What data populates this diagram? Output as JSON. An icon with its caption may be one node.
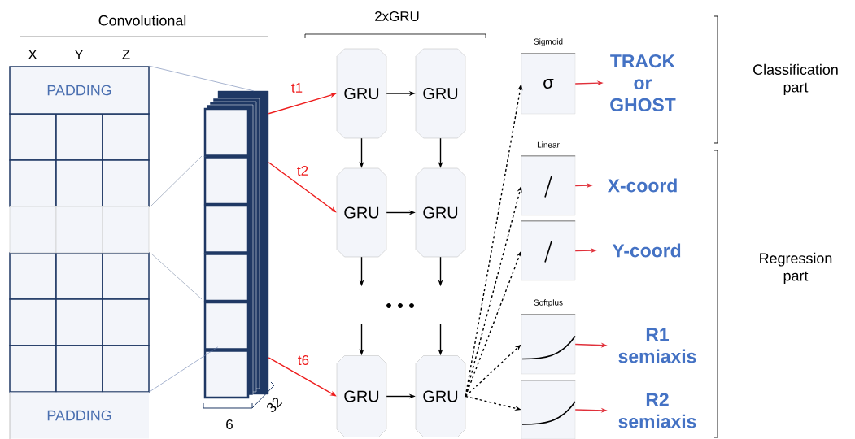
{
  "diagram": {
    "nodes": [
      {
        "text": [
          "PADDING"
        ]
      },
      {
        "text": [
          "PADDING"
        ]
      },
      {
        "text": [],
        "shape": "box"
      },
      {
        "text": [
          "GRU"
        ]
      },
      {
        "text": [
          "GRU"
        ]
      },
      {
        "text": [
          "GRU"
        ]
      },
      {
        "text": [
          "GRU"
        ]
      },
      {
        "text": [
          "GRU"
        ]
      },
      {
        "text": [
          "GRU"
        ]
      },
      {
        "text": [
          "Sigmoid",
          "σ"
        ]
      },
      {
        "text": [
          "Linear"
        ]
      },
      {
        "text": [],
        "shape": "box"
      },
      {
        "text": [
          "Softplus"
        ]
      },
      {
        "text": [],
        "shape": "box"
      },
      {
        "text": [
          "TRACK or GHOST"
        ]
      },
      {
        "text": [
          "X-coord"
        ]
      },
      {
        "text": [
          "Y-coord"
        ]
      },
      {
        "text": [
          "R1 semiaxis"
        ]
      },
      {
        "text": [
          "R2 semiaxis"
        ]
      }
    ],
    "edges": [
      {
        "from": 2,
        "to": 3,
        "arrow": "to",
        "label": "t1",
        "color": "#ee1c1c"
      },
      {
        "from": 2,
        "to": 5,
        "arrow": "to",
        "label": "t2",
        "color": "#ee1c1c"
      },
      {
        "from": 2,
        "to": 7,
        "arrow": "to",
        "label": "t6",
        "color": "#ee1c1c"
      },
      {
        "from": 3,
        "to": 4,
        "arrow": "to"
      },
      {
        "from": 5,
        "to": 6,
        "arrow": "to"
      },
      {
        "from": 7,
        "to": 8,
        "arrow": "to"
      },
      {
        "from": 3,
        "to": 5,
        "arrow": "to"
      },
      {
        "from": 4,
        "to": 6,
        "arrow": "to"
      },
      {
        "from": 5,
        "to": null,
        "arrow": "to"
      },
      {
        "from": 6,
        "to": null,
        "arrow": "to"
      },
      {
        "from": null,
        "to": 7,
        "arrow": "to"
      },
      {
        "from": null,
        "to": 8,
        "arrow": "to"
      },
      {
        "from": 8,
        "to": 9,
        "arrow": "to",
        "style": "dashed"
      },
      {
        "from": 8,
        "to": 10,
        "arrow": "to",
        "style": "dashed"
      },
      {
        "from": 8,
        "to": 11,
        "arrow": "to",
        "style": "dashed"
      },
      {
        "from": 8,
        "to": 12,
        "arrow": "to",
        "style": "dashed"
      },
      {
        "from": 8,
        "to": 13,
        "arrow": "to",
        "style": "dashed"
      },
      {
        "from": 9,
        "to": 14,
        "arrow": "to",
        "color": "#e0303a"
      },
      {
        "from": 10,
        "to": 15,
        "arrow": "to",
        "color": "#e0303a"
      },
      {
        "from": 11,
        "to": 16,
        "arrow": "to",
        "color": "#e0303a"
      },
      {
        "from": 12,
        "to": 17,
        "arrow": "to",
        "color": "#e0303a"
      },
      {
        "from": 13,
        "to": 18,
        "arrow": "to",
        "color": "#e0303a"
      },
      {
        "from": 0,
        "to": 2,
        "arrow": "none",
        "color": "#6a7fae"
      },
      {
        "from": 1,
        "to": 2,
        "arrow": "none",
        "color": "#6a7fae"
      }
    ],
    "labels": [
      "Convolutional",
      "X",
      "Y",
      "Z",
      "6",
      "32",
      "2xGRU",
      "Classification part",
      "Regression part"
    ]
  }
}
